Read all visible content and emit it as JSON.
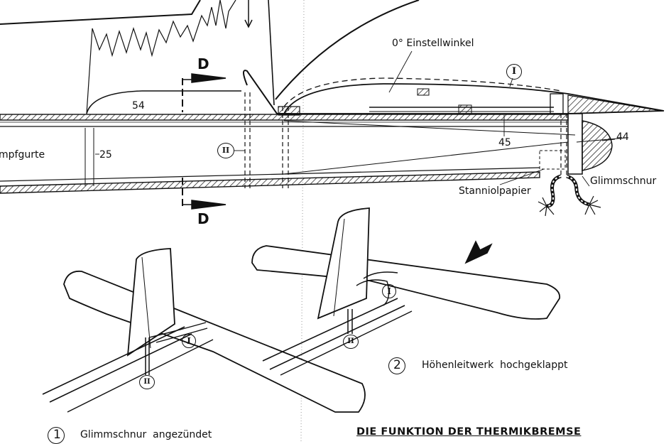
{
  "labels": {
    "angle": "0° Einstellwinkel",
    "section_letter": "D",
    "dim_54": "54",
    "dim_45": "45",
    "dim_44": "44",
    "dim_25": "25",
    "fuselage_cut": "mpfgurte",
    "foil": "Stanniolpapier",
    "fuse": "Glimmschnur",
    "roman_I": "I",
    "roman_II": "II"
  },
  "captions": {
    "fig1_number": "1",
    "fig1_text": "Glimmschnur  angezündet",
    "fig2_number": "2",
    "fig2_text": "Höhenleitwerk  hochgeklappt",
    "title": "DIE FUNKTION DER THERMIKBREMSE"
  }
}
